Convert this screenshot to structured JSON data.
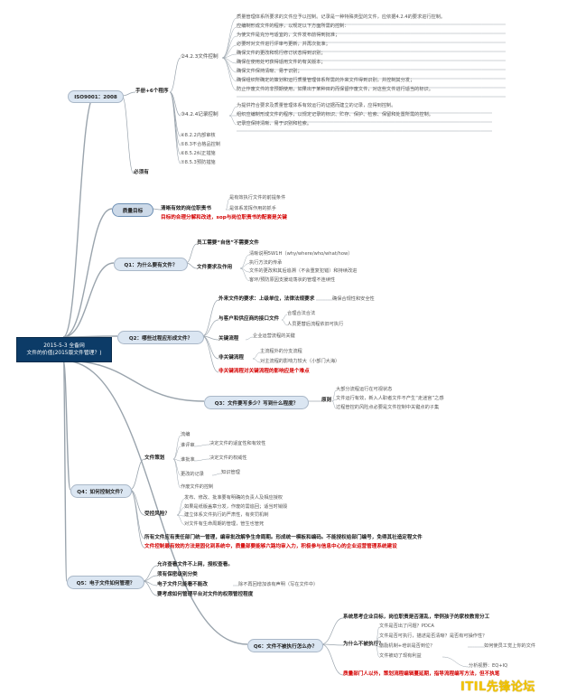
{
  "root": {
    "line1": "2015-5-3 全备网",
    "line2": "文件的价值(2015版文件管理？)"
  },
  "iso": {
    "title": "ISO9001：2008",
    "procedures": "手册+6个程序",
    "c423": "②4.2.3文件控制",
    "c423_items": [
      "质量管理体系所要求的文件应予以控制。记录是一种特殊类型的文件，应依据4.2.4的要求进行控制。",
      "应编制形成文件的程序，以规定以下方面所需的控制：",
      "为使文件是充分与适宜的，文件发布前得到批准；",
      "必要时对文件进行评审与更新，并再次批准；",
      "确保文件的更改和现行修订状态得到识别；",
      "确保在使用处可获得适用文件的有关版本；",
      "确保文件保持清晰、易于识别；",
      "确保组织所确定的策划和运行质量管理体系所需的外来文件得到识别，并控制其分发；",
      "防止作废文件的非预期使用，如果出于某种目的而保留作废文件，对这些文件进行适当的标识。"
    ],
    "c424": "③4.2.4记录控制",
    "c424_items": [
      "为提供符合要求及质量管理体系有效运行的证据而建立的记录，应得到控制。",
      "组织应编制形成文件的程序，以规定记录的标识、贮存、保护、检索、保留和处置所需的控制。",
      "记录应保持清晰、易于识别和检索。"
    ],
    "others": [
      "④8.2.2内部审核",
      "⑤8.3不合格品控制",
      "⑥8.5.2纠正措施",
      "⑦8.5.3预防措施"
    ],
    "required": "必须有"
  },
  "quality": {
    "title": "质量目标",
    "main": "清晰有效的岗位职责书",
    "sub": [
      "是有效执行文件的前提条件",
      "是体系发挥作用的抓手"
    ],
    "red": "目标的合理分解和改进，sop与岗位职责书的配套是关键"
  },
  "q1": {
    "title": "Q1：为什么要有文件？",
    "a1": "员工需要“自信”不需要文件",
    "a2": "文件要求及作用",
    "a2_items": [
      "清晰说明5W1H（why/where/who/what/how）",
      "执行方法的传承",
      "文件的更改和其后追溯（不会重复犯错）和持续改进",
      "客环/预防原因支援动荡状的管理不连续性"
    ]
  },
  "q2": {
    "title": "Q2：哪些过程应形成文件？",
    "a1": "外来文件的要求：上级单位，法律法规要求",
    "a1_sub": "确保合规性和安全性",
    "a2": "与客户和供应商的接口文件",
    "a2_sub": [
      "合理合法合法",
      "人员更替后流程依旧可执行"
    ],
    "a3": "关键流程",
    "a3_sub": "企业运营流程的关键",
    "a4": "非关键流程",
    "a4_sub": [
      "主流程外的分支流程",
      "对主流程的影响力较大（小部门大海）"
    ],
    "red": "非关键流程对关键流程的影响应是个难点"
  },
  "q3": {
    "title": "Q3：文件要写多少？写到什么程度？",
    "label": "原则",
    "items": [
      "大部分流程运行在可视状态",
      "文件运行有效，新入人职者文件不产生“走迷宫”之感",
      "过程管控的风险点必要是文件控制中关键点的子集"
    ]
  },
  "q4": {
    "title": "Q4：如何控制文件？",
    "plan": "文件策划",
    "plan_items": [
      "流编",
      "谁评审",
      "谁批准",
      "更改的记录",
      "作废文件的控制"
    ],
    "plan_notes": [
      "决定文件的适宜性和有效性",
      "决定文件的权威性",
      "知识管理"
    ],
    "risk": "受控风险？",
    "risk_items": [
      "发布、修改、批准要有明确的负责人及相应授权",
      "如果是纸版盖章分发，作废的需追回；适当时销毁",
      "建立体系文件执行的严肃性，有奖罚机制",
      "对文件有生命周期的管理，管生也管死"
    ],
    "bold": "所有文件应有责任部门统一管理，编审批改解争生命周期。形成统一模板和编码。不能授权给部门编号，免得其社造定程文件",
    "red": "文件控制最有效的方法是固化到系统中，质量部要能够六路均审入力，积极参与信息中心的企业运营管理系统建设"
  },
  "q5": {
    "title": "Q5：电子文件如何管理？",
    "items": [
      "允许查看文件不上网，授权查看。",
      "须有保密级别分类",
      "电子文件只能看不能改",
      "要考虑如何管理平台对文件的权限管控程度"
    ],
    "note": "除不再回增加该有声明（写在文件中）"
  },
  "q6": {
    "title": "Q6：文件不被执行怎么办？",
    "why": "为什么不被执行？",
    "top": "系统思考企业目标，岗位职责是否混乱，举例孩子的家校教育分工",
    "items": [
      "文件是否出了问题？PDCA",
      "文件是否可执行，描述是否清晰？是否有可操作性？",
      "激励机制+培训是否到位？",
      "文件被动了现有利益"
    ],
    "notes": [
      "如何使员工觉上你的文件",
      "分析视野：EQ+IQ"
    ],
    "red": "质量部门人以外，策划流程编辑蔓延期，指导流程编写方法，但不执笔"
  },
  "logo": "ITIL先锋论坛"
}
